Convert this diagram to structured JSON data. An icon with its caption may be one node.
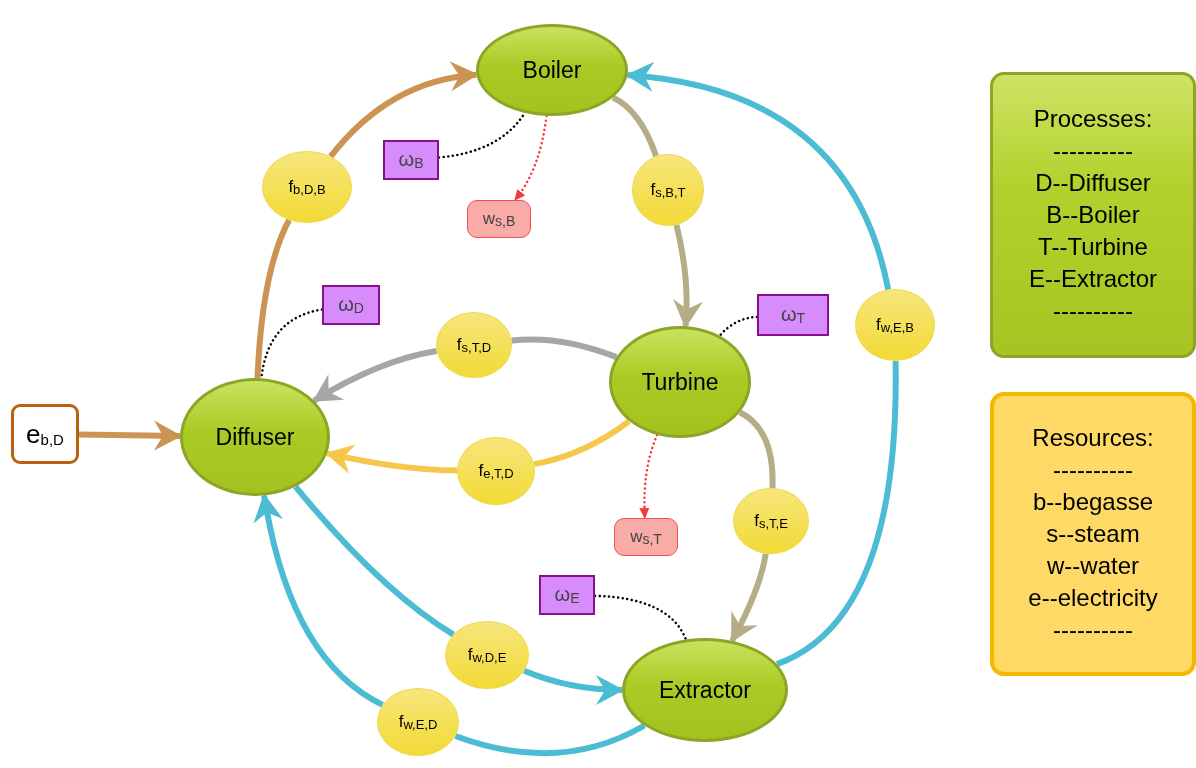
{
  "diagram": {
    "nodes": [
      {
        "text": [
          "Boiler"
        ]
      },
      {
        "text": [
          "Diffuser"
        ]
      },
      {
        "text": [
          "Turbine"
        ]
      },
      {
        "text": [
          "Extractor"
        ]
      },
      {
        "text": [
          "e$_{b,D}$"
        ]
      },
      {
        "text": [
          "f$_{b,D,B}$"
        ]
      },
      {
        "text": [
          "f$_{s,B,T}$"
        ]
      },
      {
        "text": [
          "f$_{s,T,D}$"
        ]
      },
      {
        "text": [
          "f$_{e,T,D}$"
        ]
      },
      {
        "text": [
          "f$_{s,T,E}$"
        ]
      },
      {
        "text": [
          "f$_{w,E,B}$"
        ]
      },
      {
        "text": [
          "f$_{w,D,E}$"
        ]
      },
      {
        "text": [
          "f$_{w,E,D}$"
        ]
      },
      {
        "text": [
          "ω$_{B}$"
        ]
      },
      {
        "text": [
          "ω$_{D}$"
        ]
      },
      {
        "text": [
          "ω$_{T}$"
        ]
      },
      {
        "text": [
          "ω$_{E}$"
        ]
      },
      {
        "text": [
          "w$_{s,B}$"
        ]
      },
      {
        "text": [
          "w$_{s,T}$"
        ]
      },
      {
        "text": [
          "Processes:",
          "----------",
          "D--Diffuser",
          "B--Boiler",
          "T--Turbine",
          "E--Extractor",
          "----------"
        ]
      },
      {
        "text": [
          "Resources:",
          "----------",
          "b--begasse",
          "s--steam",
          "w--water",
          "e--electricity",
          "----------"
        ]
      }
    ],
    "edges": [
      {
        "from": 1,
        "to": 5,
        "arrow": "none",
        "color": "#cc9452"
      },
      {
        "from": 5,
        "to": 0,
        "arrow": "to",
        "color": "#cc9452"
      },
      {
        "from": 0,
        "to": 6,
        "arrow": "none",
        "color": "#b5ad88"
      },
      {
        "from": 6,
        "to": 2,
        "arrow": "to",
        "color": "#b5ad88"
      },
      {
        "from": 2,
        "to": 7,
        "arrow": "none",
        "color": "#a6a6a6"
      },
      {
        "from": 7,
        "to": 1,
        "arrow": "to",
        "color": "#a6a6a6"
      },
      {
        "from": 2,
        "to": 8,
        "arrow": "none",
        "color": "#f5c84c"
      },
      {
        "from": 8,
        "to": 1,
        "arrow": "to",
        "color": "#f5c84c"
      },
      {
        "from": 2,
        "to": 9,
        "arrow": "none",
        "color": "#b5ad88"
      },
      {
        "from": 9,
        "to": 3,
        "arrow": "to",
        "color": "#b5ad88"
      },
      {
        "from": 3,
        "to": 10,
        "arrow": "none",
        "color": "#4bbcd3"
      },
      {
        "from": 10,
        "to": 0,
        "arrow": "to",
        "color": "#4bbcd3"
      },
      {
        "from": 1,
        "to": 11,
        "arrow": "none",
        "color": "#4bbcd3"
      },
      {
        "from": 11,
        "to": 3,
        "arrow": "to",
        "color": "#4bbcd3"
      },
      {
        "from": 3,
        "to": 12,
        "arrow": "none",
        "color": "#4bbcd3"
      },
      {
        "from": 12,
        "to": 1,
        "arrow": "to",
        "color": "#4bbcd3"
      },
      {
        "from": 4,
        "to": 1,
        "arrow": "to",
        "color": "#cc9452"
      },
      {
        "from": 13,
        "to": 0,
        "arrow": "none",
        "style": "dashed",
        "color": "#000000"
      },
      {
        "from": 14,
        "to": 1,
        "arrow": "none",
        "style": "dashed",
        "color": "#000000"
      },
      {
        "from": 15,
        "to": 2,
        "arrow": "none",
        "style": "dashed",
        "color": "#000000"
      },
      {
        "from": 16,
        "to": 3,
        "arrow": "none",
        "style": "dashed",
        "color": "#000000"
      },
      {
        "from": 0,
        "to": 17,
        "arrow": "to",
        "style": "dashed",
        "color": "#f03c3c"
      },
      {
        "from": 2,
        "to": 18,
        "arrow": "to",
        "style": "dashed",
        "color": "#f03c3c"
      }
    ]
  }
}
